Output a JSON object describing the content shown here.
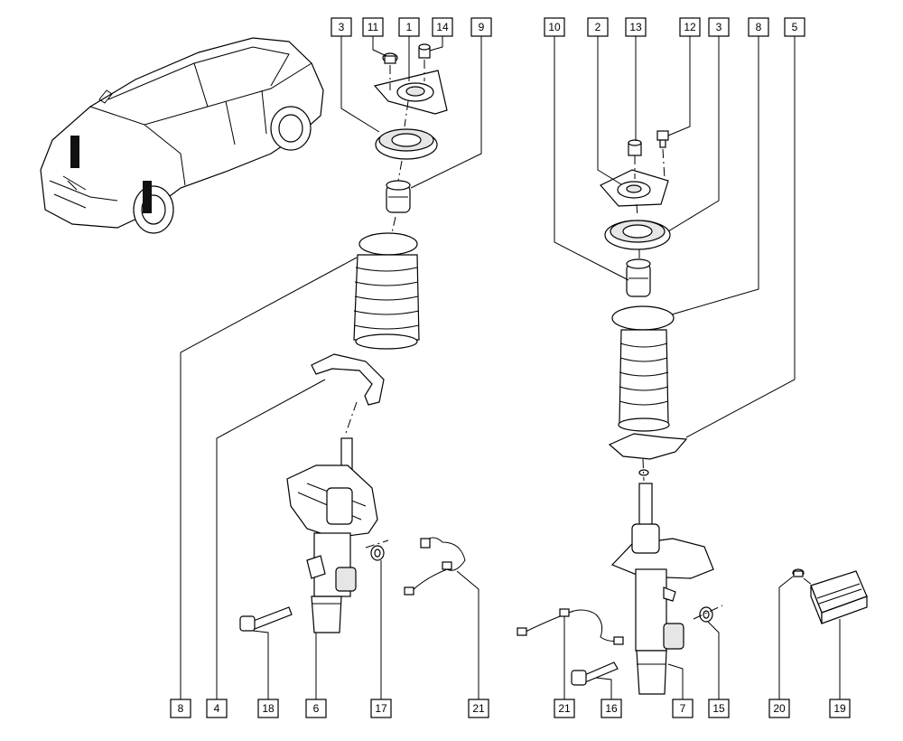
{
  "callouts": [
    {
      "id": "c-top-3a",
      "label": "3"
    },
    {
      "id": "c-top-11",
      "label": "11"
    },
    {
      "id": "c-top-1",
      "label": "1"
    },
    {
      "id": "c-top-14",
      "label": "14"
    },
    {
      "id": "c-top-9",
      "label": "9"
    },
    {
      "id": "c-top-10",
      "label": "10"
    },
    {
      "id": "c-top-2",
      "label": "2"
    },
    {
      "id": "c-top-13",
      "label": "13"
    },
    {
      "id": "c-top-12",
      "label": "12"
    },
    {
      "id": "c-top-3b",
      "label": "3"
    },
    {
      "id": "c-top-8",
      "label": "8"
    },
    {
      "id": "c-top-5",
      "label": "5"
    },
    {
      "id": "c-bot-8",
      "label": "8"
    },
    {
      "id": "c-bot-4",
      "label": "4"
    },
    {
      "id": "c-bot-18",
      "label": "18"
    },
    {
      "id": "c-bot-6",
      "label": "6"
    },
    {
      "id": "c-bot-17",
      "label": "17"
    },
    {
      "id": "c-bot-21a",
      "label": "21"
    },
    {
      "id": "c-bot-21b",
      "label": "21"
    },
    {
      "id": "c-bot-16",
      "label": "16"
    },
    {
      "id": "c-bot-7",
      "label": "7"
    },
    {
      "id": "c-bot-15",
      "label": "15"
    },
    {
      "id": "c-bot-20",
      "label": "20"
    },
    {
      "id": "c-bot-19",
      "label": "19"
    }
  ]
}
